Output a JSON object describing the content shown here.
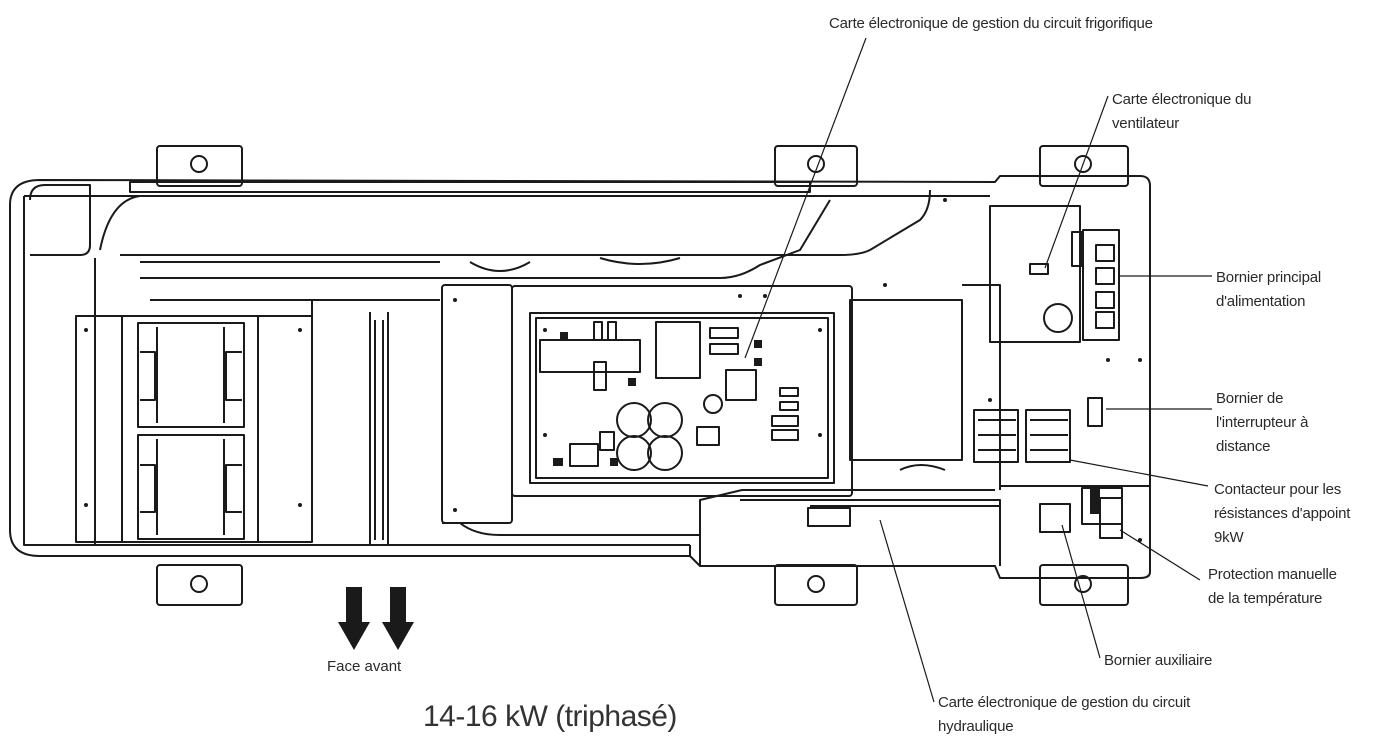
{
  "caption": "14-16 kW (triphasé)",
  "front_label": "Face avant",
  "labels": {
    "refrigerant_board": "Carte électronique de gestion du circuit frigorifique",
    "fan_board": "Carte électronique du\nventilateur",
    "main_terminal": "Bornier principal\nd'alimentation",
    "remote_switch_terminal": "Bornier de\nl'interrupteur à\ndistance",
    "backup_contactor": "Contacteur pour les\nrésistances d'appoint\n9kW",
    "manual_protection": "Protection manuelle\nde la température",
    "aux_terminal": "Bornier auxiliaire",
    "hydraulic_board": "Carte électronique de gestion du circuit\nhydraulique"
  },
  "colors": {
    "line": "#1a1a1a",
    "label": "#2a2a2a"
  }
}
